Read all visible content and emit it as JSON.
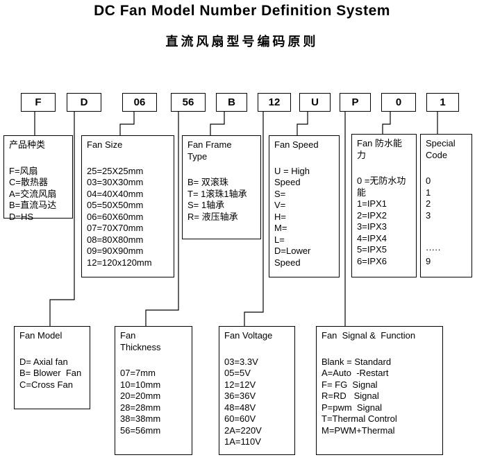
{
  "title": "DC Fan Model Number Definition System",
  "subtitle": "直流风扇型号编码原则",
  "codes": [
    "F",
    "D",
    "06",
    "56",
    "B",
    "12",
    "U",
    "P",
    "0",
    "1"
  ],
  "boxes": {
    "product_type": {
      "title": "产品种类",
      "lines": [
        "F=风扇",
        "C=散热器",
        "A=交流风扇",
        "B=直流马达",
        "D=HS"
      ]
    },
    "fan_size": {
      "title": "Fan Size",
      "lines": [
        "25=25X25mm",
        "03=30X30mm",
        "04=40X40mm",
        "05=50X50mm",
        "06=60X60mm",
        "07=70X70mm",
        "08=80X80mm",
        "09=90X90mm",
        "12=120x120mm"
      ]
    },
    "fan_frame_type": {
      "title": "Fan Frame\nType",
      "lines": [
        "B= 双滚珠",
        "T= 1滚珠1轴承",
        "S= 1轴承",
        "R= 液压轴承"
      ]
    },
    "fan_speed": {
      "title": "Fan Speed",
      "lines": [
        "U = High Speed",
        "S=",
        "V=",
        "H=",
        "M=",
        "L=",
        "D=Lower Speed"
      ]
    },
    "waterproof": {
      "title": "Fan 防水能\n力",
      "lines": [
        "0 =无防水功能",
        "1=IPX1",
        "2=IPX2",
        "3=IPX3",
        "4=IPX4",
        "5=IPX5",
        "6=IPX6"
      ]
    },
    "special_code": {
      "title": "Special\nCode",
      "lines": [
        "0",
        "1",
        "2",
        "3",
        "",
        "",
        "·····",
        "9"
      ]
    },
    "fan_model": {
      "title": "Fan Model",
      "lines": [
        "D= Axial fan",
        "B= Blower  Fan",
        "C=Cross Fan"
      ]
    },
    "fan_thickness": {
      "title": "Fan\nThickness",
      "lines": [
        "07=7mm",
        "10=10mm",
        "20=20mm",
        "28=28mm",
        "38=38mm",
        "56=56mm"
      ]
    },
    "fan_voltage": {
      "title": "Fan Voltage",
      "lines": [
        "03=3.3V",
        "05=5V",
        "12=12V",
        "36=36V",
        "48=48V",
        "60=60V",
        "2A=220V",
        "1A=110V"
      ]
    },
    "fan_signal": {
      "title": "Fan  Signal &  Function",
      "lines": [
        "Blank = Standard",
        "A=Auto  -Restart",
        "F= FG  Signal",
        "R=RD   Signal",
        "P=pwm  Signal",
        "T=Thermal Control",
        "M=PWM+Thermal"
      ]
    }
  }
}
